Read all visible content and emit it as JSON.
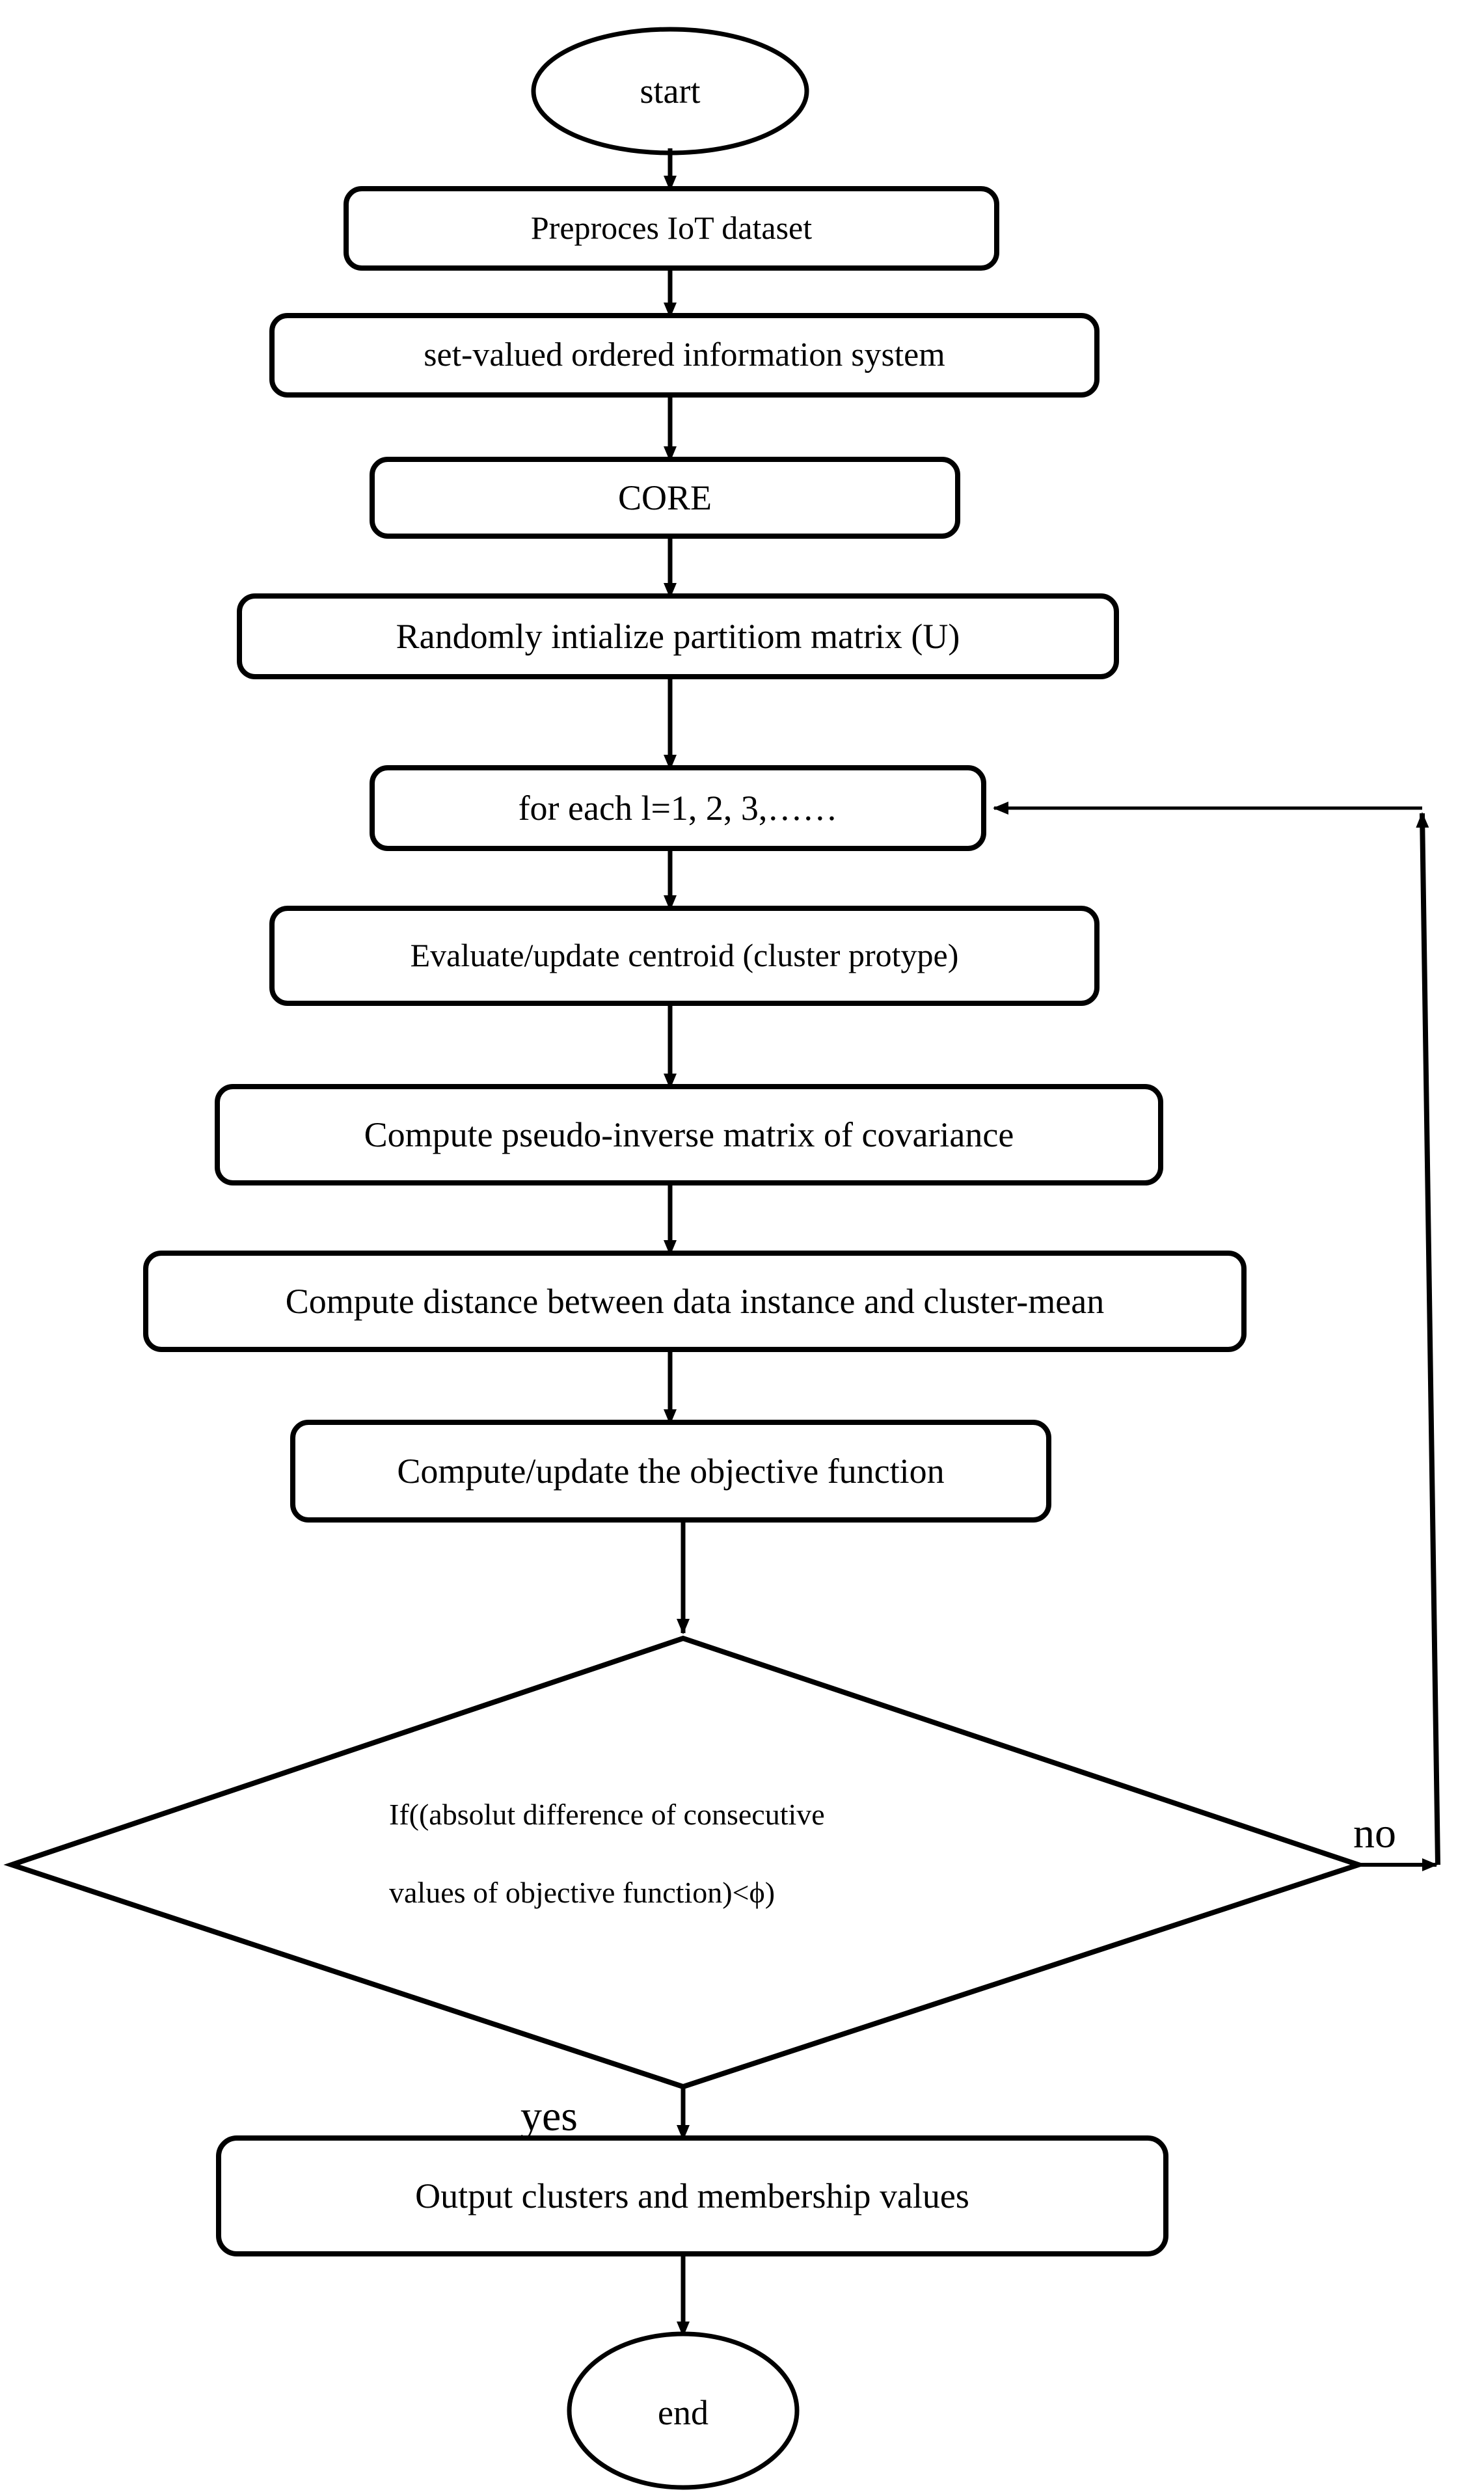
{
  "diagram": {
    "type": "flowchart",
    "title": "",
    "orientation": "top-to-bottom",
    "nodes": [
      {
        "id": "start",
        "shape": "ellipse",
        "label": "start"
      },
      {
        "id": "preprocess",
        "shape": "rounded-rect",
        "label": "Preproces IoT dataset"
      },
      {
        "id": "svois",
        "shape": "rounded-rect",
        "label": "set-valued ordered information system"
      },
      {
        "id": "core",
        "shape": "rounded-rect",
        "label": "CORE"
      },
      {
        "id": "initu",
        "shape": "rounded-rect",
        "label": "Randomly intialize partitiom matrix (U)"
      },
      {
        "id": "foreach",
        "shape": "rounded-rect",
        "label": "for each l=1, 2, 3,……"
      },
      {
        "id": "centroid",
        "shape": "rounded-rect",
        "label": "Evaluate/update centroid (cluster protype)"
      },
      {
        "id": "pseudoinv",
        "shape": "rounded-rect",
        "label": "Compute pseudo-inverse matrix of covariance"
      },
      {
        "id": "distance",
        "shape": "rounded-rect",
        "label": "Compute distance between data instance and cluster-mean"
      },
      {
        "id": "objective",
        "shape": "rounded-rect",
        "label": "Compute/update the objective function"
      },
      {
        "id": "decision",
        "shape": "diamond",
        "label_line1": "If((absolut  difference  of  consecutive",
        "label_line2": "values of objective function)<ϕ)"
      },
      {
        "id": "output",
        "shape": "rounded-rect",
        "label": "Output clusters and membership values"
      },
      {
        "id": "end",
        "shape": "ellipse",
        "label": "end"
      }
    ],
    "edges": [
      {
        "from": "start",
        "to": "preprocess",
        "label": ""
      },
      {
        "from": "preprocess",
        "to": "svois",
        "label": ""
      },
      {
        "from": "svois",
        "to": "core",
        "label": ""
      },
      {
        "from": "core",
        "to": "initu",
        "label": ""
      },
      {
        "from": "initu",
        "to": "foreach",
        "label": ""
      },
      {
        "from": "foreach",
        "to": "centroid",
        "label": ""
      },
      {
        "from": "centroid",
        "to": "pseudoinv",
        "label": ""
      },
      {
        "from": "pseudoinv",
        "to": "distance",
        "label": ""
      },
      {
        "from": "distance",
        "to": "objective",
        "label": ""
      },
      {
        "from": "objective",
        "to": "decision",
        "label": ""
      },
      {
        "from": "decision",
        "to": "foreach",
        "label": "no"
      },
      {
        "from": "decision",
        "to": "output",
        "label": "yes"
      },
      {
        "from": "output",
        "to": "end",
        "label": ""
      }
    ],
    "edge_labels": {
      "no": "no",
      "yes": "yes"
    },
    "colors": {
      "stroke": "#000000",
      "fill": "#ffffff",
      "text": "#000000"
    }
  }
}
